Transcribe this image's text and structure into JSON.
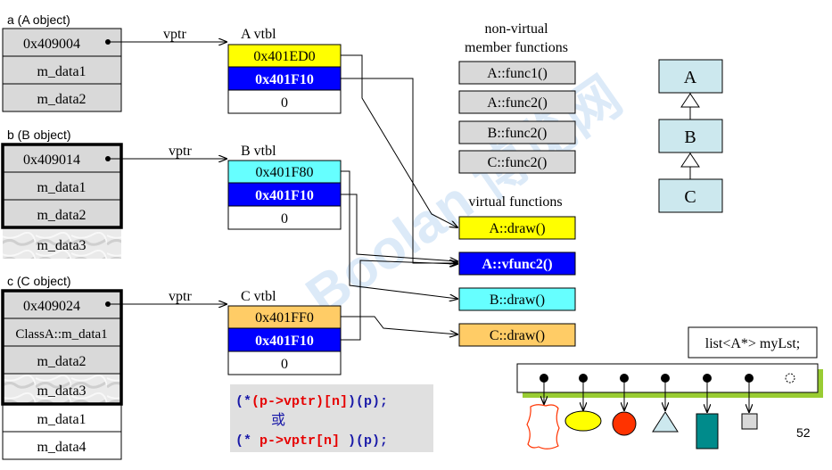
{
  "objects": {
    "a": {
      "label": "a (A object)",
      "rows": [
        "0x409004",
        "m_data1",
        "m_data2"
      ]
    },
    "b": {
      "label": "b (B object)",
      "rows": [
        "0x409014",
        "m_data1",
        "m_data2",
        "m_data3"
      ]
    },
    "c": {
      "label": "c (C object)",
      "rows": [
        "0x409024",
        "ClassA::m_data1",
        "m_data2",
        "m_data3",
        "m_data1",
        "m_data4"
      ]
    }
  },
  "vptr_label": "vptr",
  "vtbls": {
    "a": {
      "title": "A vtbl",
      "entries": [
        "0x401ED0",
        "0x401F10",
        "0"
      ]
    },
    "b": {
      "title": "B vtbl",
      "entries": [
        "0x401F80",
        "0x401F10",
        "0"
      ]
    },
    "c": {
      "title": "C vtbl",
      "entries": [
        "0x401FF0",
        "0x401F10",
        "0"
      ]
    }
  },
  "nonvirtual": {
    "heading_line1": "non-virtual",
    "heading_line2": "member functions",
    "items": [
      "A::func1()",
      "A::func2()",
      "B::func2()",
      "C::func2()"
    ]
  },
  "virtual": {
    "heading": "virtual functions",
    "items": [
      "A::draw()",
      "A::vfunc2()",
      "B::draw()",
      "C::draw()"
    ]
  },
  "hierarchy": [
    "A",
    "B",
    "C"
  ],
  "code": {
    "line1_a": "(*",
    "line1_b": "(p->vptr)[n]",
    "line1_c": ")(p);",
    "line2": "或",
    "line3_a": "(*",
    "line3_b": " p->vptr[n] ",
    "line3_c": ")(p);"
  },
  "list_label": "list<A*> myLst;",
  "page_number": "52",
  "watermark": "Boolan 博览网",
  "colors": {
    "gray_box": "#d9d9d9",
    "yellow": "#ffff00",
    "blue": "#0000ff",
    "cyan": "#66ffff",
    "orange": "#ffcc66",
    "hierarchy_fill": "#cce8ee",
    "green_shadow": "#99cc33",
    "teal_rect": "#008b8b"
  }
}
